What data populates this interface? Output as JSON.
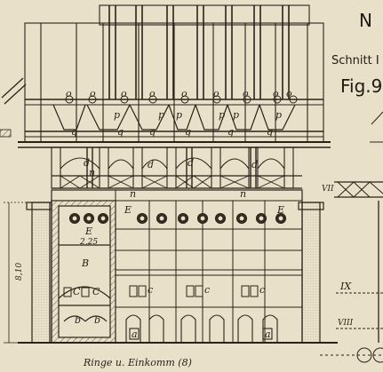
{
  "header": {
    "plate_number_fragment": "N",
    "section_caption_fragment": "Schnitt I",
    "figure_label_fragment": "Fig.9."
  },
  "labels": {
    "o": "o",
    "p": "p",
    "q": "q",
    "d": "d",
    "n": "n",
    "E": "E",
    "B": "B",
    "C": "C",
    "c": "c",
    "b": "b",
    "a": "a",
    "width_dimension": "2,25",
    "height_dimension": "8,10",
    "section_VII": "VII",
    "section_IX": "IX",
    "section_VIII": "VIII"
  },
  "footer": {
    "caption_fragment": "Ringe   u.   Einkomm   (8)"
  },
  "colors": {
    "paper": "#e9e0c9",
    "ink": "#2a2218",
    "hatch": "#6b5d48"
  }
}
